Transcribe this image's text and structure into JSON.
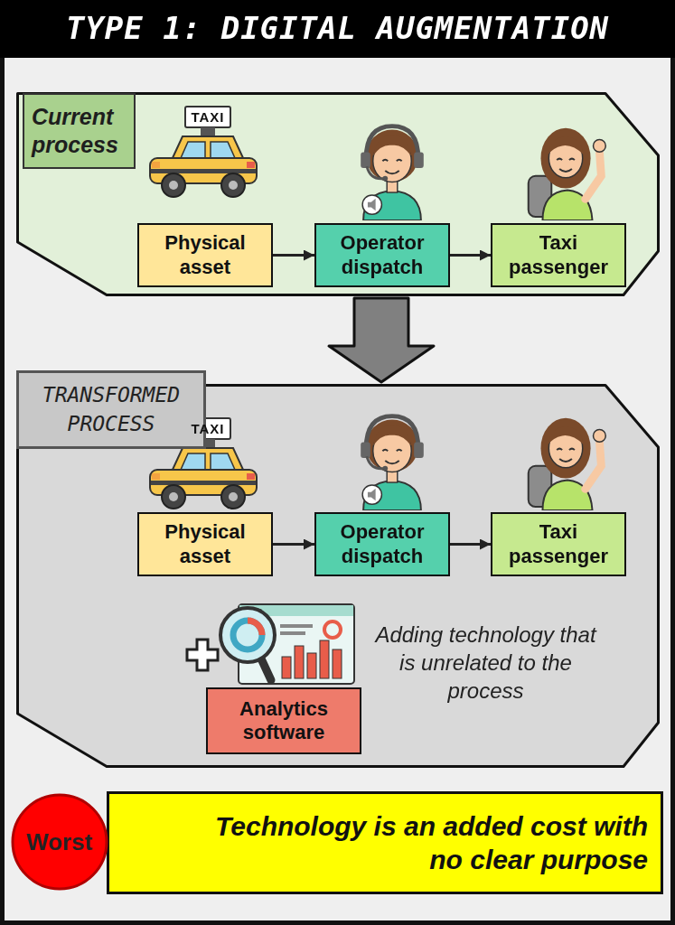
{
  "diagram": {
    "title": "TYPE 1: DIGITAL AUGMENTATION",
    "nodes": [
      {
        "text": [
          "Current process"
        ]
      },
      {
        "text": [
          "Physical asset"
        ],
        "in": 0
      },
      {
        "text": [
          "Operator dispatch"
        ],
        "in": 0
      },
      {
        "text": [
          "Taxi passenger"
        ],
        "in": 0
      },
      {
        "text": [
          "TRANSFORMED PROCESS"
        ]
      },
      {
        "text": [
          "Physical asset"
        ],
        "in": 4
      },
      {
        "text": [
          "Operator dispatch"
        ],
        "in": 4
      },
      {
        "text": [
          "Taxi passenger"
        ],
        "in": 4
      },
      {
        "text": [
          "Analytics software"
        ],
        "in": 4
      },
      {
        "text": [
          "Worst"
        ]
      },
      {
        "text": [
          "Technology is an added cost with no clear purpose"
        ]
      }
    ],
    "edges": [
      {
        "from": 1,
        "to": 2,
        "arrow": "to"
      },
      {
        "from": 2,
        "to": 3,
        "arrow": "to"
      },
      {
        "from": 0,
        "to": 4,
        "arrow": "to"
      },
      {
        "from": 5,
        "to": 6,
        "arrow": "to"
      },
      {
        "from": 6,
        "to": 7,
        "arrow": "to"
      }
    ],
    "labels": [
      "TAXI",
      "TAXI",
      "Adding technology that is unrelated to the process"
    ]
  }
}
